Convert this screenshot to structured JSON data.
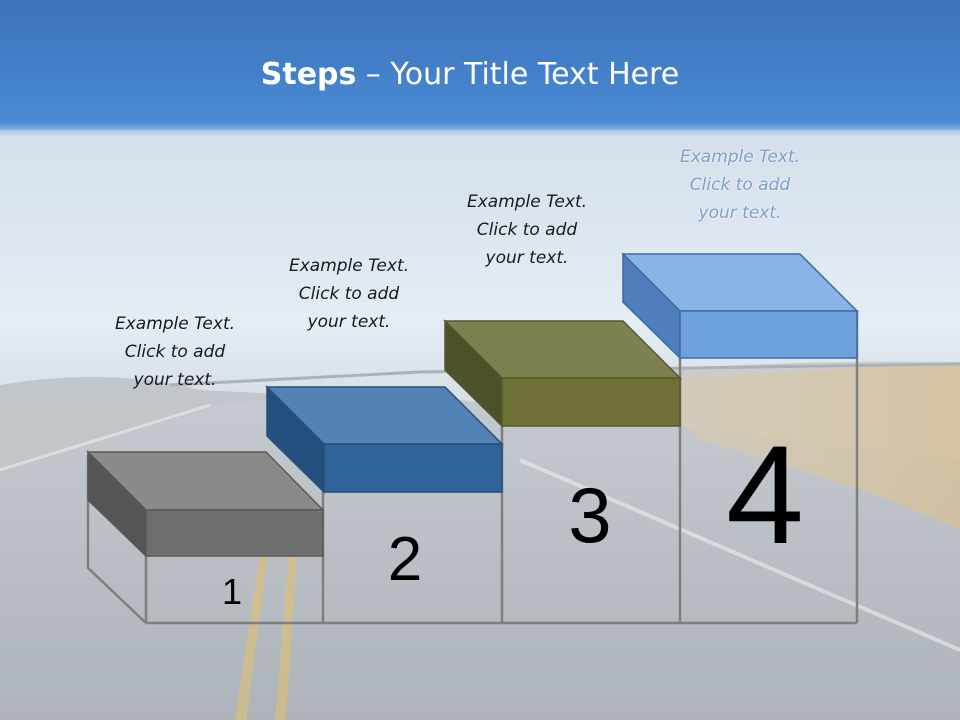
{
  "title": {
    "bold": "Steps",
    "rest": " – Your Title Text Here"
  },
  "steps": [
    {
      "number": "1",
      "color": "#6e6e6e",
      "caption": [
        "Example Text.",
        "Click  to add",
        "your text."
      ]
    },
    {
      "number": "2",
      "color": "#336699",
      "caption": [
        "Example Text.",
        "Click  to add",
        "your text."
      ]
    },
    {
      "number": "3",
      "color": "#767a40",
      "caption": [
        "Example Text.",
        "Click  to add",
        "your text."
      ]
    },
    {
      "number": "4",
      "color": "#6ea0dc",
      "caption": [
        "Example Text.",
        "Click  to add",
        "your text."
      ]
    }
  ]
}
